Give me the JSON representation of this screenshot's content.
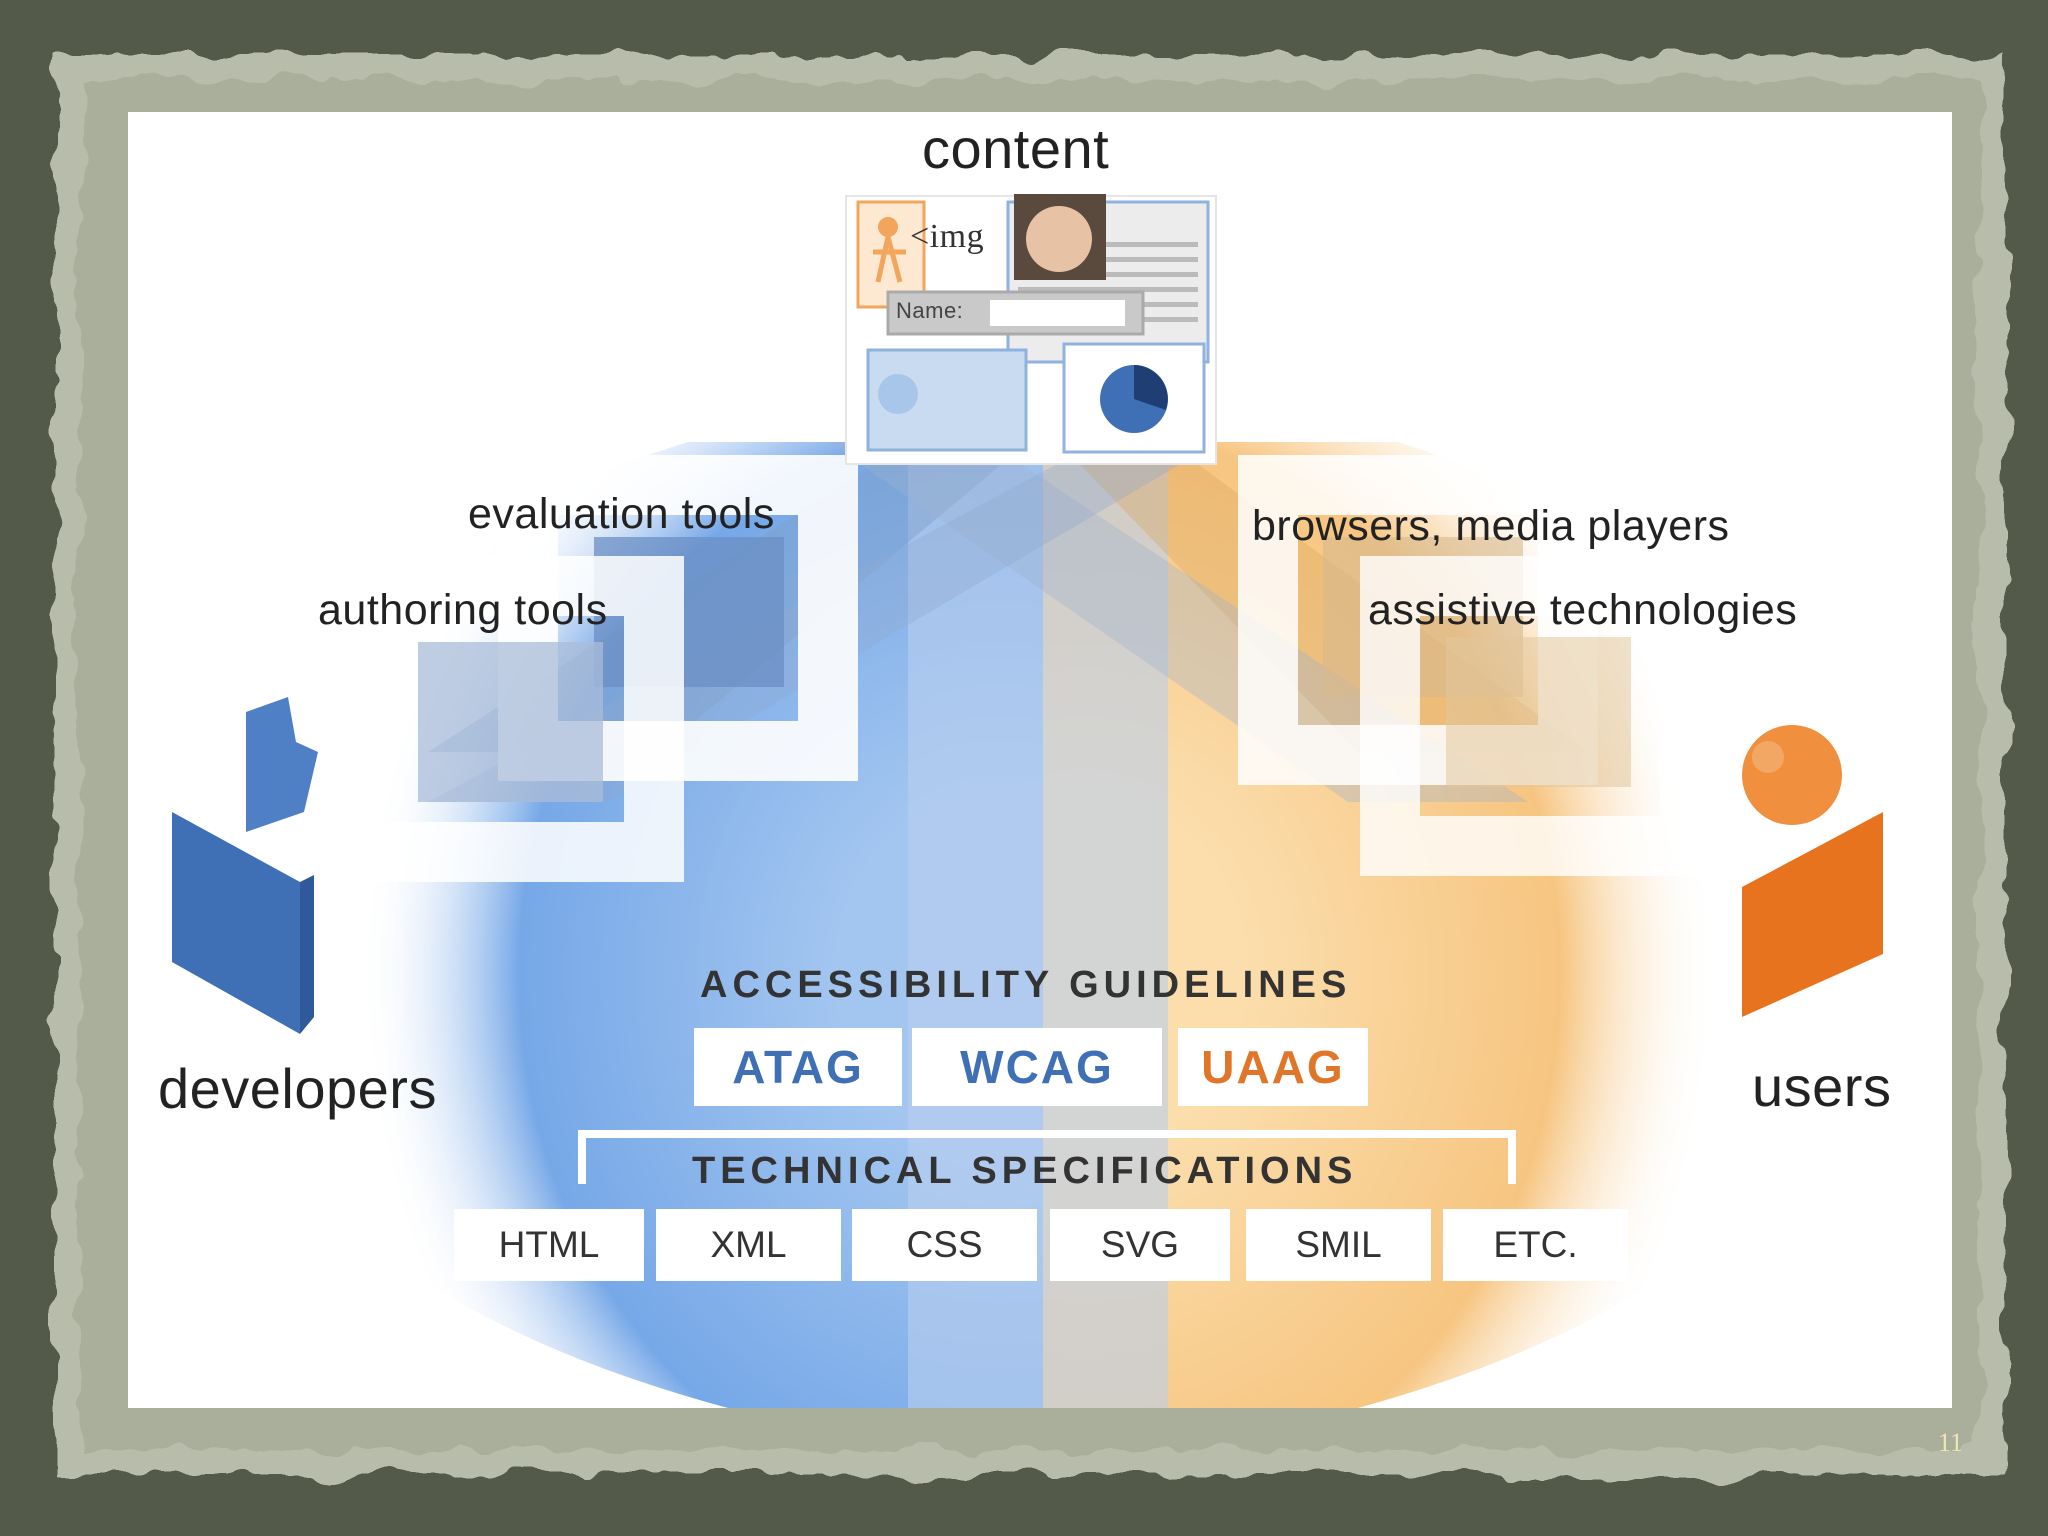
{
  "slide_number": "11",
  "diagram": {
    "content_label": "content",
    "content_image": {
      "img_tag_text": "<img",
      "name_field_label": "Name:"
    },
    "left_tools": [
      "evaluation tools",
      "authoring tools"
    ],
    "right_tools": [
      "browsers, media players",
      "assistive technologies"
    ],
    "developers_label": "developers",
    "users_label": "users",
    "guidelines_heading": "ACCESSIBILITY GUIDELINES",
    "guidelines": [
      {
        "label": "ATAG",
        "color": "#3f6fb5"
      },
      {
        "label": "WCAG",
        "color": "#3f6fb5"
      },
      {
        "label": "UAAG",
        "color": "#e0762a"
      }
    ],
    "specs_heading": "TECHNICAL SPECIFICATIONS",
    "specs": [
      "HTML",
      "XML",
      "CSS",
      "SVG",
      "SMIL",
      "ETC."
    ]
  },
  "colors": {
    "developer_blue": "#3f6fb5",
    "user_orange": "#e8731f",
    "frame": "#5b6150"
  }
}
